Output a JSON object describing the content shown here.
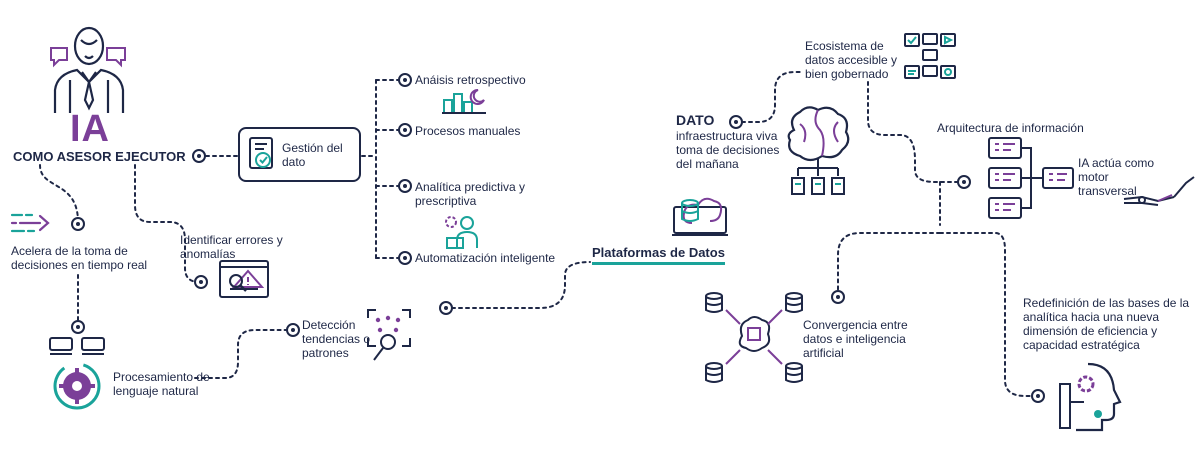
{
  "ia": {
    "title": "IA",
    "subtitle": "COMO ASESOR  EJECUTOR"
  },
  "left": {
    "acelera": "Acelera de la toma de decisiones en tiempo real",
    "identificar": "Identificar errores y anomalías",
    "procesamiento": "Procesamiento de lenguaje natural",
    "deteccion": "Detección tendencias o patrones"
  },
  "gestion": {
    "label": "Gestión del dato",
    "items": [
      "Anáisis retrospectivo",
      "Procesos manuales",
      "Analítica predictiva y prescriptiva",
      "Automatización inteligente"
    ]
  },
  "plataformas": "Plataformas de Datos",
  "dato": {
    "title": "DATO",
    "text": "infraestructura viva toma de decisiones del mañana"
  },
  "right": {
    "ecosistema": "Ecosistema de datos accesible y bien gobernado",
    "arquitectura": "Arquitectura de información",
    "motor": "IA actúa como motor transversal",
    "convergencia": "Convergencia entre datos e inteligencia artificial",
    "redefinicion": "Redefinición de las bases de la analítica hacia una nueva dimensión de eficiencia y  capacidad estratégica"
  },
  "colors": {
    "navy": "#1e2746",
    "purple": "#7b3f98",
    "teal": "#1aa39a"
  }
}
